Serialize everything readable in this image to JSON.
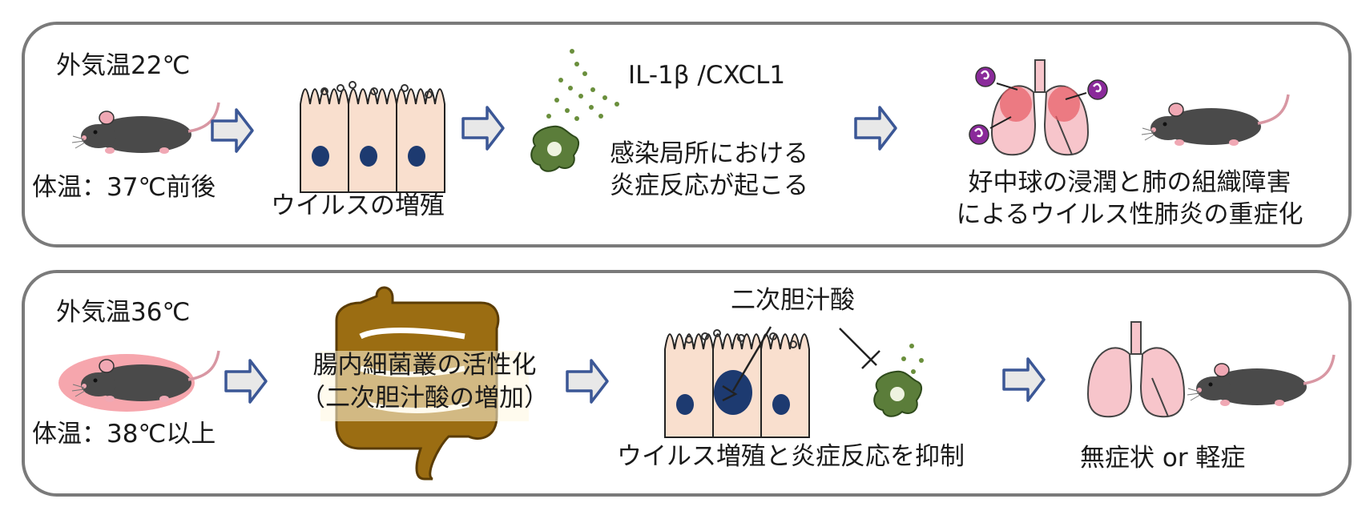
{
  "colors": {
    "panel_border": "#7a7a7a",
    "mouse_body": "#4a4a4a",
    "mouse_pink": "#f0a8b4",
    "heat_halo": "#f6a6ad",
    "cell_fill": "#f9dfce",
    "nucleus": "#1d3a70",
    "macrophage": "#5b7d3a",
    "secretion_dots": "#6a8f3c",
    "arrow_fill": "#e8e8e8",
    "arrow_stroke": "#3b5796",
    "intestine": "#9b6d12",
    "lung": "#f7c5cb",
    "lung_inflamed": "#e8606a",
    "neutrophil": "#8a2a9a"
  },
  "top_row": {
    "ambient_temp": "外気温22℃",
    "body_temp": "体温：37℃前後",
    "virus_replication": "ウイルスの増殖",
    "cytokines": "IL-1β /CXCL1",
    "local_inflammation_line1": "感染局所における",
    "local_inflammation_line2": "炎症反応が起こる",
    "severe_line1": "好中球の浸潤と肺の組織障害",
    "severe_line2": "によるウイルス性肺炎の重症化"
  },
  "bottom_row": {
    "ambient_temp": "外気温36℃",
    "body_temp": "体温：38℃以上",
    "microbiota_line1": "腸内細菌叢の活性化",
    "microbiota_line2": "（二次胆汁酸の増加）",
    "bile_acid": "二次胆汁酸",
    "suppression": "ウイルス増殖と炎症反応を抑制",
    "outcome": "無症状 or 軽症"
  }
}
